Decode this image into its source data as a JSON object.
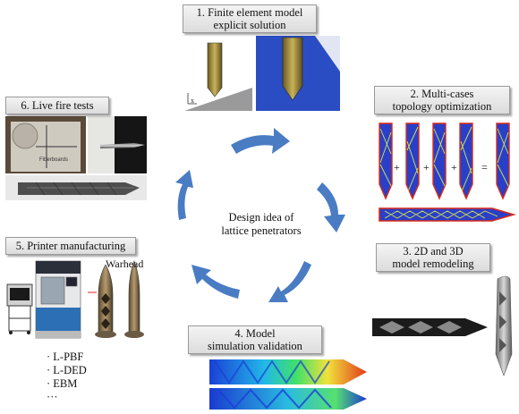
{
  "steps": [
    {
      "line1": "1. Finite element model",
      "line2": "explicit solution"
    },
    {
      "line1": "2. Multi-cases",
      "line2": "topology optimization"
    },
    {
      "line1": "3. 2D and 3D",
      "line2": "model remodeling"
    },
    {
      "line1": "4. Model",
      "line2": "simulation validation"
    },
    {
      "line1": "5. Printer manufacturing",
      "line2": ""
    },
    {
      "line1": "6. Live fire tests",
      "line2": ""
    }
  ],
  "center": {
    "line1": "Design idea of",
    "line2": "lattice penetrators"
  },
  "warhead_label": "Warhead",
  "target_label": "Fiberboards",
  "axis_label": "x",
  "ops": [
    "+",
    "+",
    "+",
    "="
  ],
  "processes": [
    "· L-PBF",
    "· L-DED",
    "· EBM",
    "···"
  ],
  "colors": {
    "arrow": "#4a7cc4",
    "blue_field": "#2a3fc8",
    "lattice": "#d8e84a",
    "red_edge": "#d82a18"
  }
}
